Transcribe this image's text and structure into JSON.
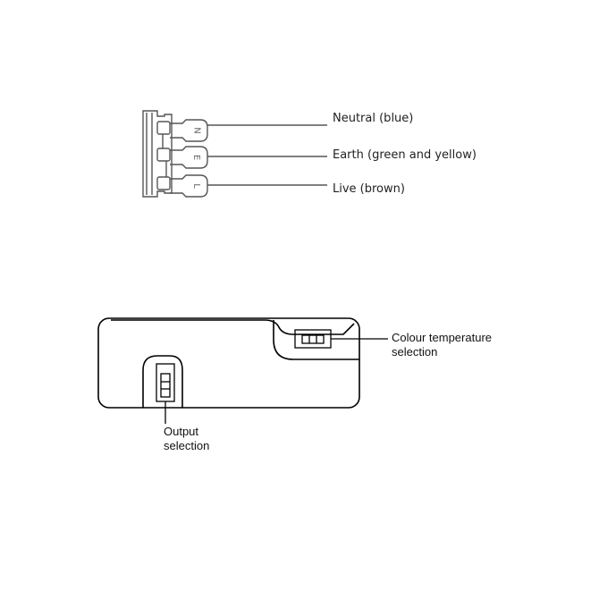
{
  "terminal_diagram": {
    "terminal_letters": [
      "N",
      "E",
      "L"
    ],
    "labels": [
      "Neutral (blue)",
      "Earth (green and yellow)",
      "Live (brown)"
    ]
  },
  "driver_diagram": {
    "colour_temp_label": [
      "Colour temperature",
      "selection"
    ],
    "output_label": [
      "Output",
      "selection"
    ]
  },
  "colors": {
    "line": "#555555",
    "outline": "#000000"
  }
}
